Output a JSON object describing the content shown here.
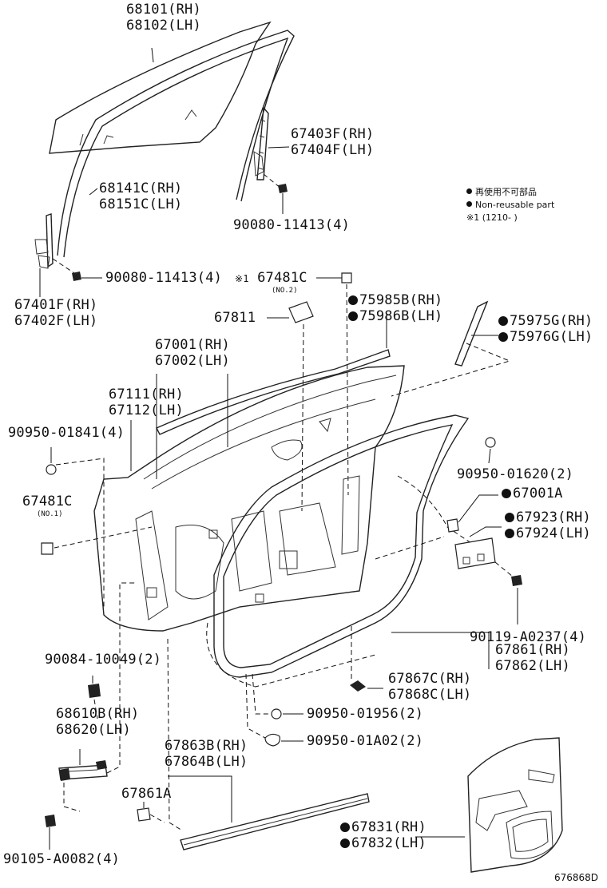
{
  "legend": {
    "marker_jp": "再使用不可部品",
    "marker_en": "Non-reusable part",
    "note": "※1 (1210-      )"
  },
  "figure_code": "676868D",
  "parts": {
    "glass_rh": "68101(RH)",
    "glass_lh": "68102(LH)",
    "run_rh": "68141C(RH)",
    "run_lh": "68151C(LH)",
    "regulator_rear_rh": "67403F(RH)",
    "regulator_rear_lh": "67404F(LH)",
    "bolt_a": "90080-11413(4)",
    "bolt_b": "90080-11413(4)",
    "regulator_front_rh": "67401F(RH)",
    "regulator_front_lh": "67402F(LH)",
    "note_mark": "※1",
    "cushion_no2": "67481C",
    "no2": "(NO.2)",
    "pad": "67811",
    "weather_rh": "75985B(RH)",
    "weather_lh": "75986B(LH)",
    "molding_rh": "75975G(RH)",
    "molding_lh": "75976G(LH)",
    "door_rh": "67001(RH)",
    "door_lh": "67002(LH)",
    "frame_rh": "67111(RH)",
    "frame_lh": "67112(LH)",
    "clip_a": "90950-01841(4)",
    "cushion_no1": "67481C",
    "no1": "(NO.1)",
    "clip_b": "90950-01620(2)",
    "sub_panel": "67001A",
    "protector_rh": "67923(RH)",
    "protector_lh": "67924(LH)",
    "screw_a": "90119-A0237(4)",
    "bolt_c": "90084-10049(2)",
    "weatherstrip_rh": "67861(RH)",
    "weatherstrip_lh": "67862(LH)",
    "clip_strip_rh": "67867C(RH)",
    "clip_strip_lh": "67868C(LH)",
    "check_rh": "68610B(RH)",
    "check_lh": "68620(LH)",
    "plug_a": "90950-01956(2)",
    "plug_b": "90950-01A02(2)",
    "lower_strip_rh": "67863B(RH)",
    "lower_strip_lh": "67864B(LH)",
    "strip_a": "67861A",
    "screw_b": "90105-A0082(4)",
    "service_rh": "67831(RH)",
    "service_lh": "67832(LH)"
  }
}
